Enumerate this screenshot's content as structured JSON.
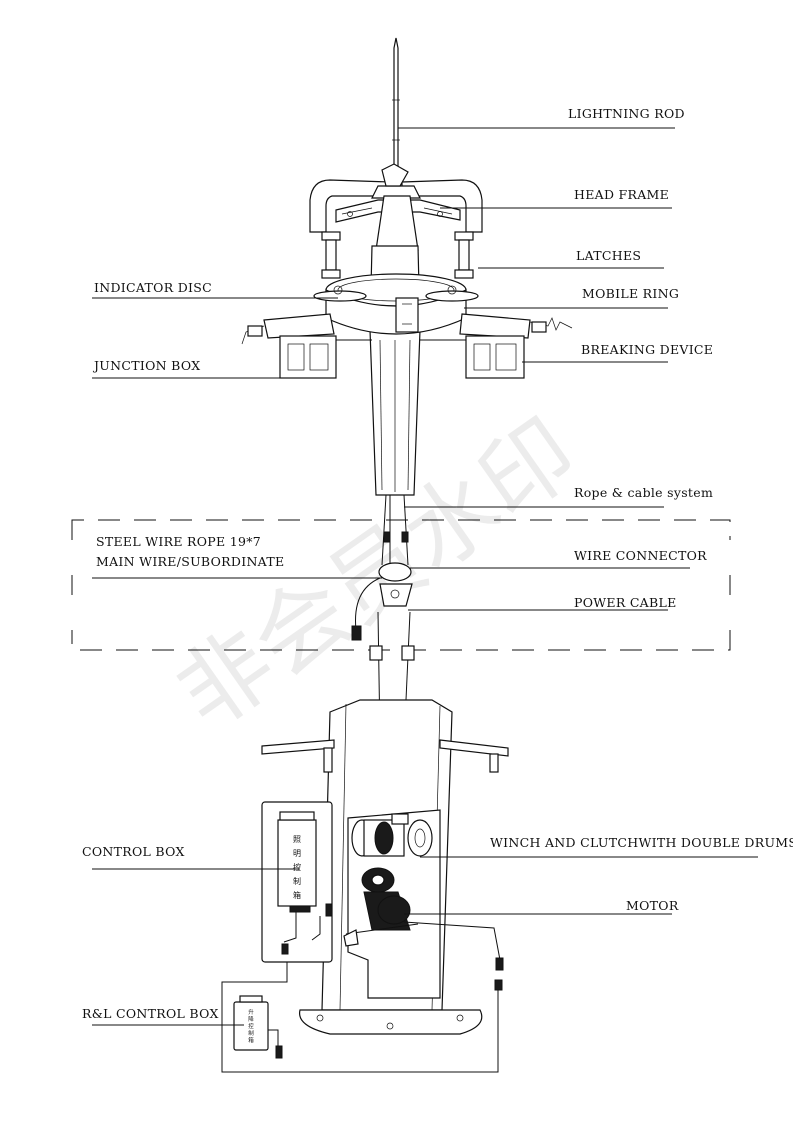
{
  "labels": {
    "lightning_rod": "LIGHTNING ROD",
    "head_frame": "HEAD FRAME",
    "latches": "LATCHES",
    "indicator_disc": "INDICATOR DISC",
    "mobile_ring": "MOBILE RING",
    "breaking_device": "BREAKING DEVICE",
    "junction_box": "JUNCTION BOX",
    "rope_cable_system": "Rope & cable system",
    "steel_wire_rope": "STEEL WIRE ROPE 19*7",
    "main_wire": "MAIN WIRE/SUBORDINATE",
    "wire_connector": "WIRE CONNECTOR",
    "power_cable": "POWER CABLE",
    "control_box": "CONTROL BOX",
    "winch": "WINCH AND CLUTCHWITH DOUBLE DRUMS",
    "motor": "MOTOR",
    "rl_control_box": "R&L CONTROL BOX"
  },
  "box_text": {
    "control_box_chars": [
      "照",
      "明",
      "控",
      "制",
      "箱"
    ],
    "rl_box_chars": [
      "升",
      "降",
      "控",
      "制",
      "箱"
    ]
  },
  "watermark": "非会员水印"
}
